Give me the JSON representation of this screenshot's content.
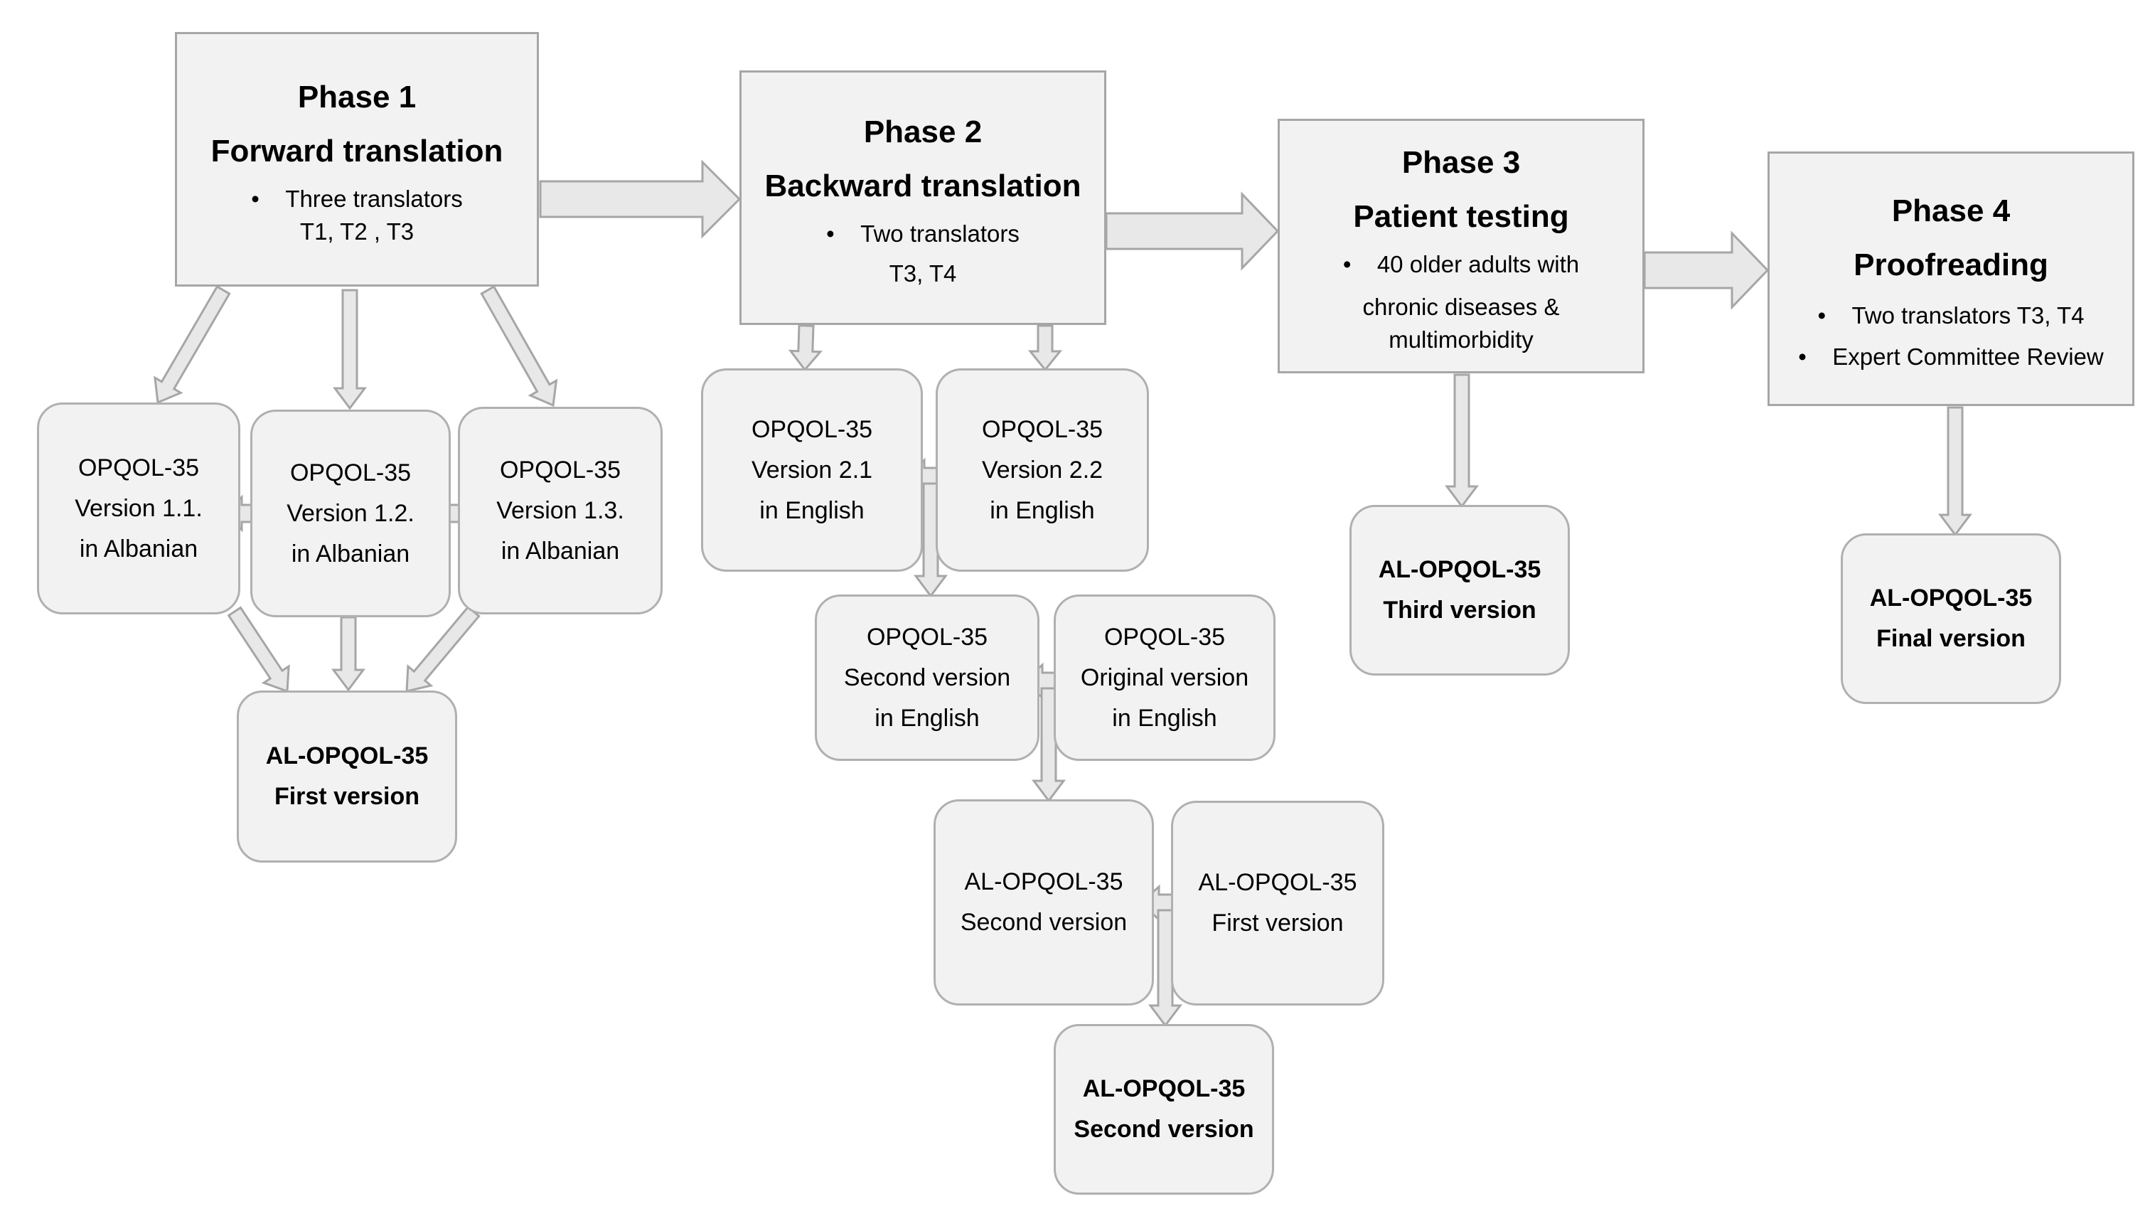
{
  "phases": {
    "p1": {
      "title": "Phase 1",
      "subtitle": "Forward translation",
      "bullets": [
        "Three translators",
        "T1, T2 , T3"
      ]
    },
    "p2": {
      "title": "Phase 2",
      "subtitle": "Backward translation",
      "bullets": [
        "Two translators",
        "T3, T4"
      ]
    },
    "p3": {
      "title": "Phase 3",
      "subtitle": "Patient testing",
      "bullets": [
        "40 older adults with",
        "chronic diseases &",
        "multimorbidity"
      ]
    },
    "p4": {
      "title": "Phase 4",
      "subtitle": "Proofreading",
      "bullets": [
        "Two translators T3, T4",
        "Expert Committee Review"
      ]
    }
  },
  "nodes": {
    "v11": [
      "OPQOL-35",
      "Version 1.1.",
      "in Albanian"
    ],
    "v12": [
      "OPQOL-35",
      "Version 1.2.",
      "in Albanian"
    ],
    "v13": [
      "OPQOL-35",
      "Version 1.3.",
      "in Albanian"
    ],
    "first": [
      "AL-OPQOL-35",
      "First version"
    ],
    "v21": [
      "OPQOL-35",
      "Version 2.1",
      "in English"
    ],
    "v22": [
      "OPQOL-35",
      "Version 2.2",
      "in English"
    ],
    "second_en": [
      "OPQOL-35",
      "Second version",
      "in English"
    ],
    "original_en": [
      "OPQOL-35",
      "Original version",
      "in English"
    ],
    "al_second": [
      "AL-OPQOL-35",
      "Second version"
    ],
    "al_first": [
      "AL-OPQOL-35",
      "First version"
    ],
    "al_second_final": [
      "AL-OPQOL-35",
      "Second version"
    ],
    "third": [
      "AL-OPQOL-35",
      "Third version"
    ],
    "final": [
      "AL-OPQOL-35",
      "Final version"
    ]
  }
}
